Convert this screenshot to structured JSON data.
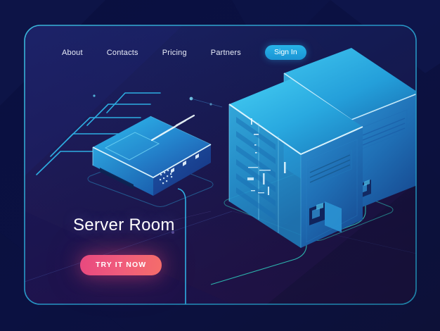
{
  "page": {
    "theme": "dark-isometric-server-room",
    "background_color": "#070c33",
    "card_color": "#141a4d",
    "accent_cyan": "#29b6e8",
    "accent_pink": "#ef5a7d",
    "device_blue": "#1f7fc4",
    "device_cyan": "#2bb8ea"
  },
  "nav": {
    "links": [
      {
        "label": "About",
        "name": "nav-link-about"
      },
      {
        "label": "Contacts",
        "name": "nav-link-contacts"
      },
      {
        "label": "Pricing",
        "name": "nav-link-pricing"
      },
      {
        "label": "Partners",
        "name": "nav-link-partners"
      }
    ],
    "signin_label": "Sign In"
  },
  "hero": {
    "title": "Server Room",
    "cta_label": "TRY IT NOW"
  },
  "illustration": {
    "router": {
      "name": "isometric-router",
      "vent_slots": 4,
      "led_dots": 3,
      "dot_matrix_rows": 3,
      "dot_matrix_cols": 5,
      "circuit_traces": 5
    },
    "servers": [
      {
        "name": "server-rack-front",
        "vents": 3,
        "blades": 6,
        "has_power_port": true
      },
      {
        "name": "server-rack-back",
        "vents": 3,
        "blades": 6,
        "has_power_port": true
      }
    ],
    "cables": 3
  }
}
